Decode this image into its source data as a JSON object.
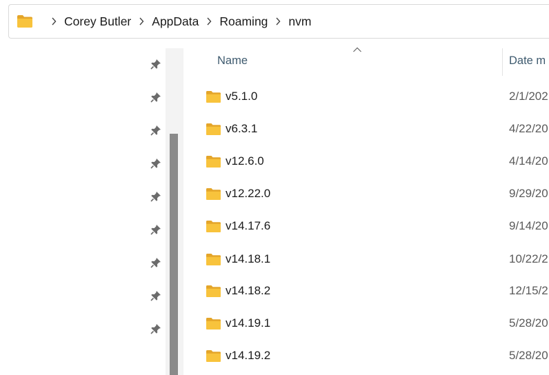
{
  "address": {
    "crumbs": [
      "Corey Butler",
      "AppData",
      "Roaming",
      "nvm"
    ]
  },
  "columns": {
    "name": "Name",
    "date": "Date m"
  },
  "folders": [
    {
      "name": "v5.1.0",
      "date": "2/1/202"
    },
    {
      "name": "v6.3.1",
      "date": "4/22/20"
    },
    {
      "name": "v12.6.0",
      "date": "4/14/20"
    },
    {
      "name": "v12.22.0",
      "date": "9/29/20"
    },
    {
      "name": "v14.17.6",
      "date": "9/14/20"
    },
    {
      "name": "v14.18.1",
      "date": "10/22/2"
    },
    {
      "name": "v14.18.2",
      "date": "12/15/2"
    },
    {
      "name": "v14.19.1",
      "date": "5/28/20"
    },
    {
      "name": "v14.19.2",
      "date": "5/28/20"
    }
  ],
  "colors": {
    "folder": "#f8c33c",
    "folder_dark": "#e4a52a",
    "header_text": "#3e5a6e",
    "scrollbar_thumb": "#8a8a8a"
  }
}
